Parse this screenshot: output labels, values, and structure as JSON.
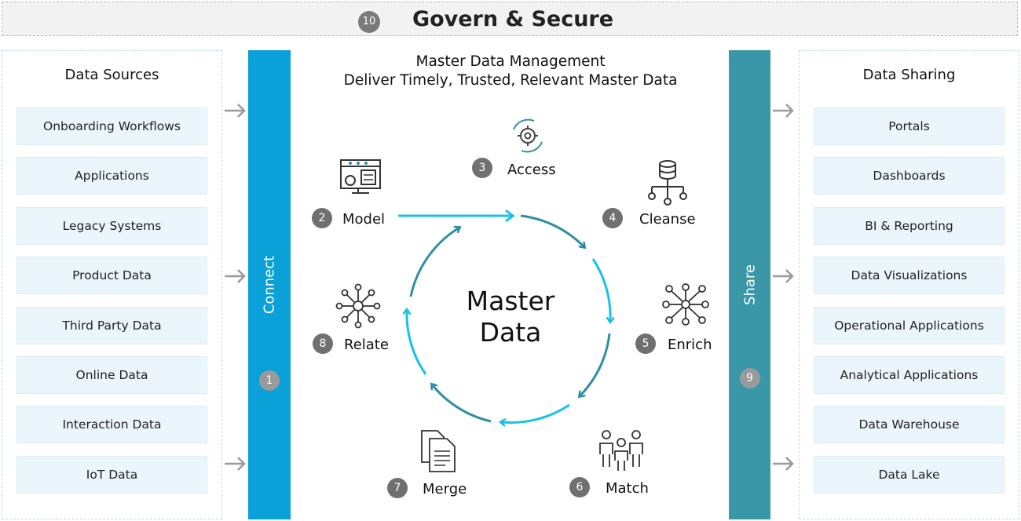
{
  "govern": {
    "number": "10",
    "title": "Govern & Secure"
  },
  "sources": {
    "title": "Data Sources",
    "items": [
      "Onboarding Workflows",
      "Applications",
      "Legacy Systems",
      "Product Data",
      "Third Party Data",
      "Online Data",
      "Interaction Data",
      "IoT Data"
    ]
  },
  "connect": {
    "label": "Connect",
    "number": "1",
    "color": "#0aa0d8"
  },
  "center": {
    "title_line1": "Master Data Management",
    "title_line2": "Deliver Timely, Trusted, Relevant Master Data",
    "master_line1": "Master",
    "master_line2": "Data"
  },
  "steps": {
    "model": {
      "number": "2",
      "label": "Model",
      "icon": "monitor-settings-icon"
    },
    "access": {
      "number": "3",
      "label": "Access",
      "icon": "gear-cycle-icon"
    },
    "cleanse": {
      "number": "4",
      "label": "Cleanse",
      "icon": "database-network-icon"
    },
    "enrich": {
      "number": "5",
      "label": "Enrich",
      "icon": "network-nodes-icon"
    },
    "match": {
      "number": "6",
      "label": "Match",
      "icon": "people-icon"
    },
    "merge": {
      "number": "7",
      "label": "Merge",
      "icon": "documents-icon"
    },
    "relate": {
      "number": "8",
      "label": "Relate",
      "icon": "hub-icon"
    }
  },
  "share": {
    "label": "Share",
    "number": "9",
    "color": "#3a97a8"
  },
  "sharing": {
    "title": "Data Sharing",
    "items": [
      "Portals",
      "Dashboards",
      "BI & Reporting",
      "Data Visualizations",
      "Operational Applications",
      "Analytical Applications",
      "Data Warehouse",
      "Data Lake"
    ]
  },
  "colors": {
    "cycle_light": "#19c2e6",
    "cycle_dark": "#2f8ea3",
    "badge": "#707070"
  }
}
